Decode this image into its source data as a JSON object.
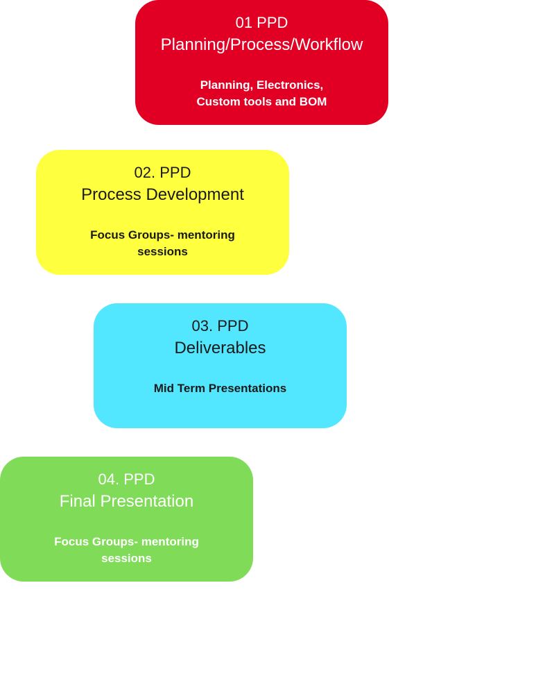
{
  "cards": [
    {
      "number": "01 PPD",
      "title": "Planning/Process/Workflow",
      "description_lines": [
        "Planning, Electronics,",
        "Custom tools and BOM"
      ],
      "background": "#e10024",
      "text_color": "#ffffff"
    },
    {
      "number": "02. PPD",
      "title": "Process Development",
      "description_lines": [
        "Focus Groups- mentoring",
        "sessions"
      ],
      "background": "#fdff3f",
      "text_color": "#1a1a1a"
    },
    {
      "number": "03. PPD",
      "title": "Deliverables",
      "description_lines": [
        "Mid Term Presentations"
      ],
      "background": "#52e6ff",
      "text_color": "#1a1a1a"
    },
    {
      "number": "04. PPD",
      "title": "Final Presentation",
      "description_lines": [
        "Focus Groups- mentoring",
        "sessions"
      ],
      "background": "#80dc58",
      "text_color": "#ffffff"
    }
  ]
}
